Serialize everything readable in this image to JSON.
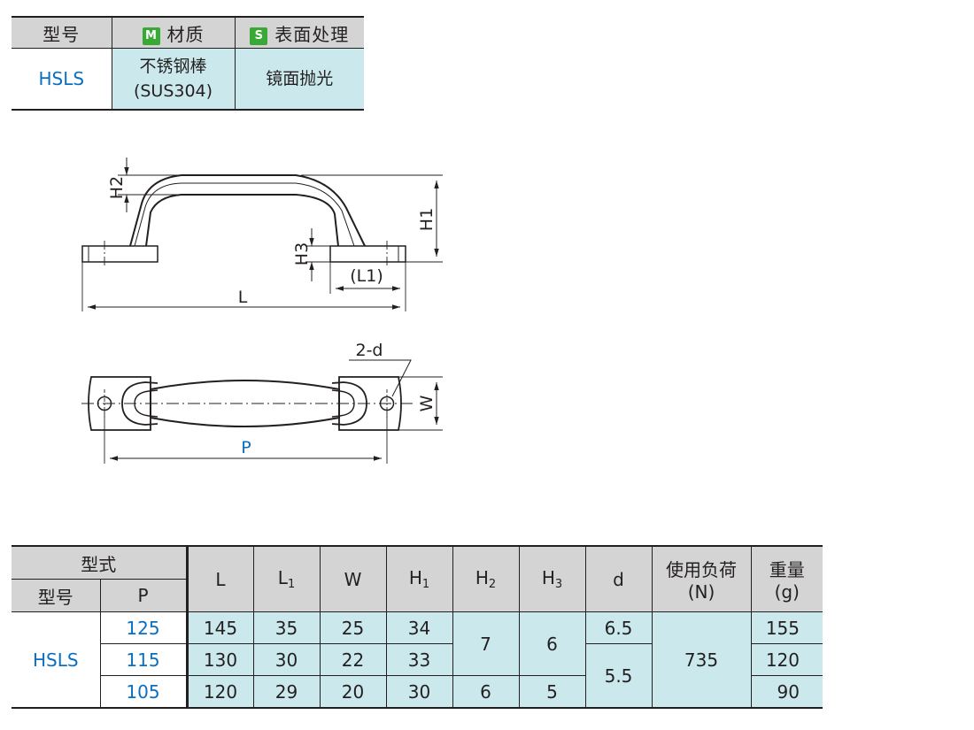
{
  "spec_table": {
    "headers": {
      "model": "型号",
      "material_tag": "M",
      "material": "材质",
      "surface_tag": "S",
      "surface": "表面处理"
    },
    "row": {
      "model": "HSLS",
      "material_line1": "不锈钢棒",
      "material_line2": "(SUS304)",
      "surface": "镜面抛光"
    }
  },
  "drawing": {
    "labels": {
      "h2": "H2",
      "h1": "H1",
      "h3": "H3",
      "l1": "(L1)",
      "l": "L",
      "two_d": "2-d",
      "w": "W",
      "p": "P"
    },
    "colors": {
      "line": "#231f20",
      "p_label": "#0a6fc2"
    }
  },
  "dims_table": {
    "headers": {
      "type": "型式",
      "model": "型号",
      "p": "P",
      "l": "L",
      "l1_main": "L",
      "l1_sub": "1",
      "w": "W",
      "h1_main": "H",
      "h1_sub": "1",
      "h2_main": "H",
      "h2_sub": "2",
      "h3_main": "H",
      "h3_sub": "3",
      "d": "d",
      "load": "使用负荷",
      "load_unit": "(N)",
      "weight": "重量",
      "weight_unit": "(g)"
    },
    "model": "HSLS",
    "rows": [
      {
        "p": "125",
        "l": "145",
        "l1": "35",
        "w": "25",
        "h1": "34",
        "weight": "155"
      },
      {
        "p": "115",
        "l": "130",
        "l1": "30",
        "w": "22",
        "h1": "33",
        "weight": "120"
      },
      {
        "p": "105",
        "l": "120",
        "l1": "29",
        "w": "20",
        "h1": "30",
        "weight": "90"
      }
    ],
    "merged": {
      "h2_a": "7",
      "h3_a": "6",
      "h2_b": "6",
      "h3_b": "5",
      "d_a": "6.5",
      "d_b": "5.5",
      "load": "735"
    },
    "colors": {
      "header_bg": "#d4d4d4",
      "cell_bg": "#cbe9ed",
      "blue_text": "#0a6fc2"
    }
  }
}
